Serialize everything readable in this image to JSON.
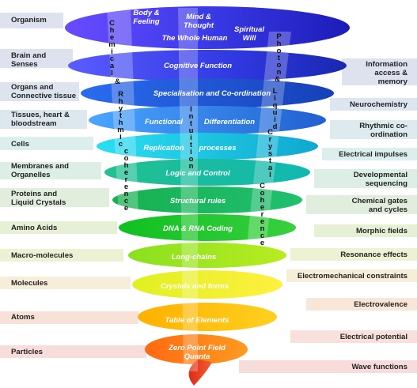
{
  "left_labels": [
    "Organism",
    "Brain and Senses",
    "Organs and Connective tissue",
    "Tissues, heart & bloodstream",
    "Cells",
    "Membranes and Organelles",
    "Proteins and Liquid Crystals",
    "Amino Acids",
    "Macro-molecules",
    "Molecules",
    "Atoms",
    "Particles"
  ],
  "right_labels": [
    "Information access & memory",
    "Neurochemistry",
    "Rhythmic co-ordination",
    "Electrical impulses",
    "Developmental sequencing",
    "Chemical gates and cycles",
    "Morphic fields",
    "Resonance effects",
    "Electromechanical constraints",
    "Electrovalence",
    "Electrical potential",
    "Wave functions"
  ],
  "top_labels": {
    "body": "Body & Feeling",
    "mind": "Mind & Thought",
    "spirit": "Spiritual Will",
    "whole": "The Whole Human"
  },
  "pill_labels": [
    "Cognitive Function",
    "Specialisation and Co-ordination",
    "Functional",
    "Differentiation",
    "Replication",
    "processes",
    "Logic and Control",
    "Structural rules",
    "DNA & RNA Coding",
    "Long-chains",
    "Crystals and forms",
    "Table of Elements",
    "Zero Point Field",
    "Quanta"
  ],
  "vertical_labels": {
    "left": "Chemical & Rhythmic coherence",
    "middle": "Intuition",
    "right": "Photon & Liquid Crystal Coherence"
  }
}
